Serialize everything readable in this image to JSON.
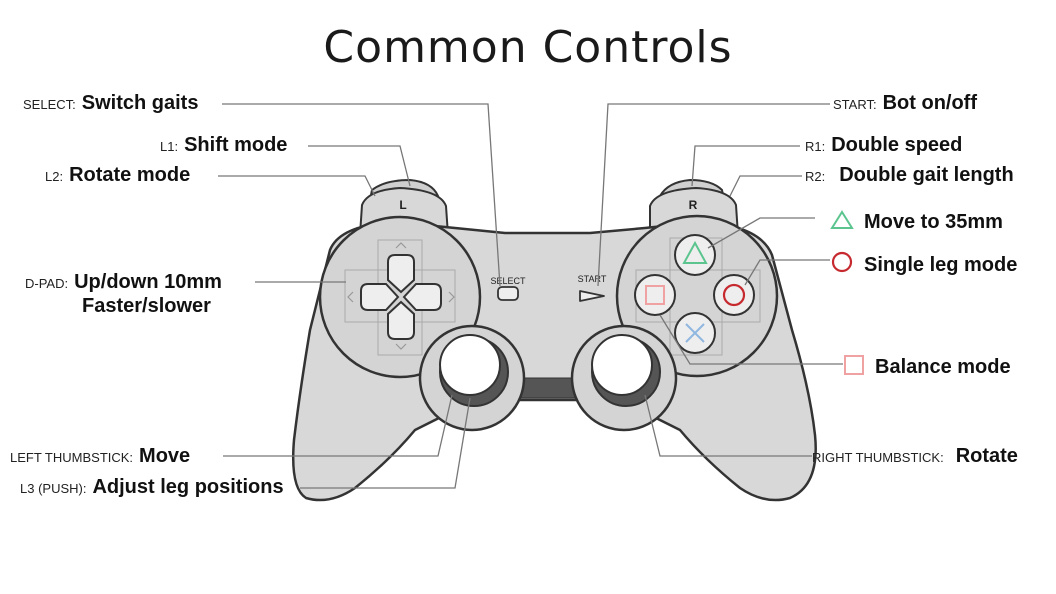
{
  "title": "Common Controls",
  "controller": {
    "left_shoulder": "L",
    "right_shoulder": "R",
    "select_text": "SELECT",
    "start_text": "START"
  },
  "labels": {
    "select": {
      "key": "SELECT:",
      "action": "Switch gaits"
    },
    "l1": {
      "key": "L1:",
      "action": "Shift mode"
    },
    "l2": {
      "key": "L2:",
      "action": "Rotate mode"
    },
    "dpad": {
      "key": "D-PAD:",
      "action": "Up/down 10mm",
      "action2": "Faster/slower"
    },
    "left_stick": {
      "key": "LEFT THUMBSTICK:",
      "action": "Move"
    },
    "l3": {
      "key": "L3 (PUSH):",
      "action": "Adjust leg positions"
    },
    "start": {
      "key": "START:",
      "action": "Bot on/off"
    },
    "r1": {
      "key": "R1:",
      "action": "Double speed"
    },
    "r2": {
      "key": "R2:",
      "action": "Double gait length"
    },
    "triangle": {
      "icon": "triangle-icon",
      "action": "Move to 35mm"
    },
    "circle": {
      "icon": "circle-icon",
      "action": "Single leg mode"
    },
    "square": {
      "icon": "square-icon",
      "action": "Balance mode"
    },
    "right_stick": {
      "key": "RIGHT THUMBSTICK:",
      "action": "Rotate"
    }
  },
  "colors": {
    "triangle": "#5cc58f",
    "circle": "#c62a2f",
    "square": "#f0a2a2",
    "cross": "#8fb7e0",
    "body": "#d8d8d8",
    "outline": "#333333",
    "leader": "#777777"
  }
}
